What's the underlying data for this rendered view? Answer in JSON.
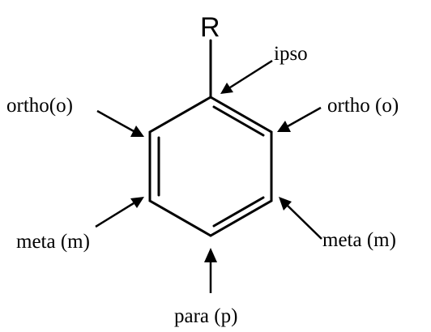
{
  "diagram": {
    "substituent": "R",
    "positions": {
      "ipso": "ipso",
      "ortho_left": "ortho(o)",
      "ortho_right": "ortho (o)",
      "meta_left": "meta (m)",
      "meta_right": "meta (m)",
      "para": "para (p)"
    }
  }
}
